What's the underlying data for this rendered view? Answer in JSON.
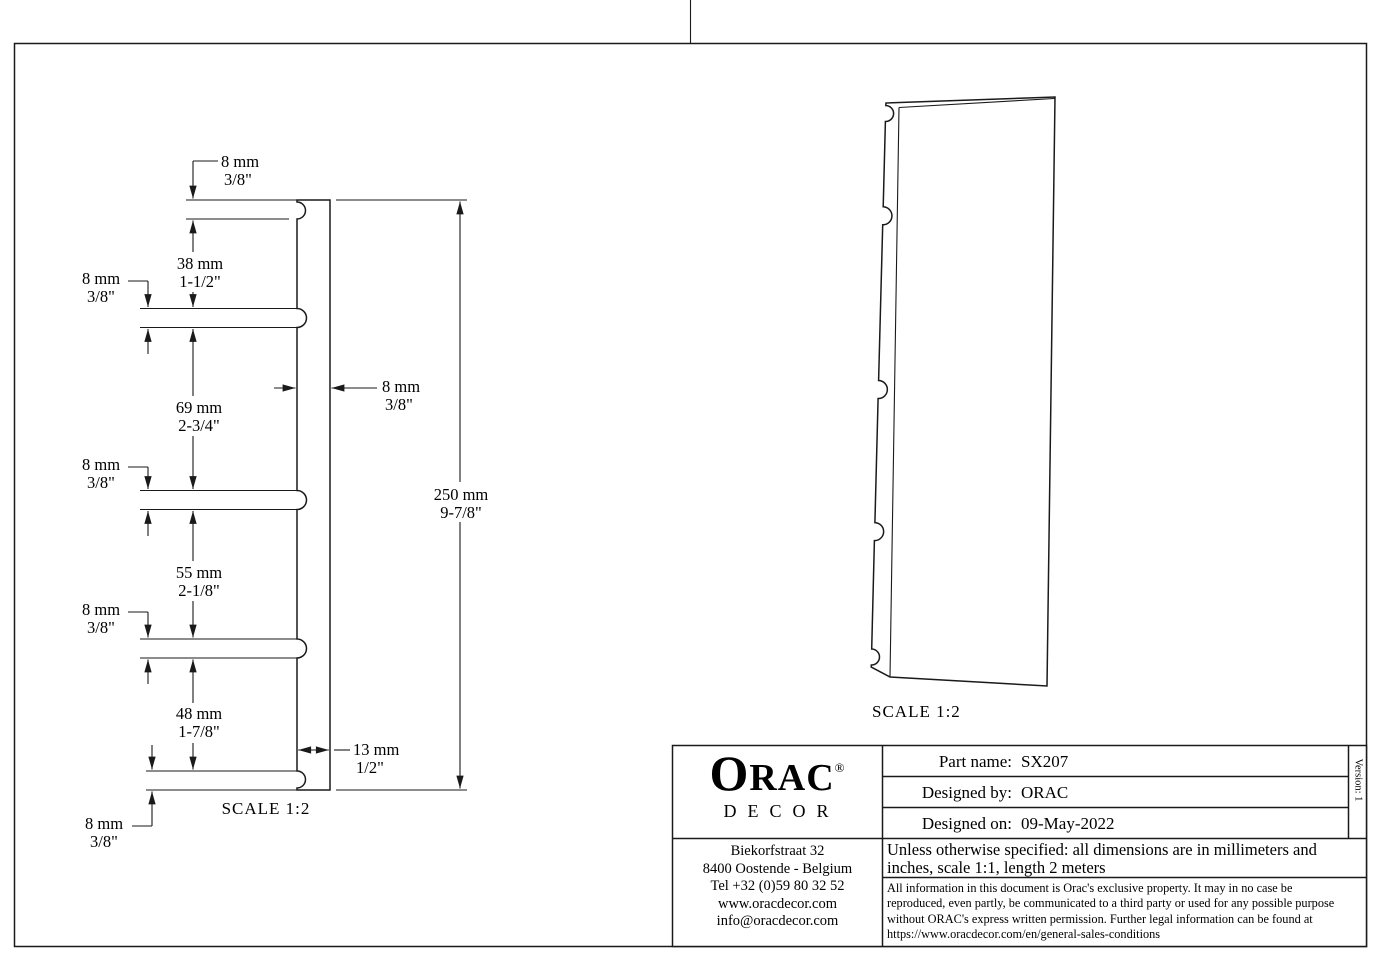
{
  "colors": {
    "line": "#1a1a1a",
    "background": "#ffffff",
    "text": "#000000"
  },
  "profile_view": {
    "scale_label": "SCALE  1:2",
    "dim_top_8": {
      "mm": "8 mm",
      "inch": "3/8\""
    },
    "dim_38": {
      "mm": "38 mm",
      "inch": "1-1/2\""
    },
    "dim_groove1_8": {
      "mm": "8 mm",
      "inch": "3/8\""
    },
    "dim_69": {
      "mm": "69 mm",
      "inch": "2-3/4\""
    },
    "dim_groove2_8": {
      "mm": "8 mm",
      "inch": "3/8\""
    },
    "dim_thickness_8": {
      "mm": "8 mm",
      "inch": "3/8\""
    },
    "dim_55": {
      "mm": "55 mm",
      "inch": "2-1/8\""
    },
    "dim_groove3_8": {
      "mm": "8 mm",
      "inch": "3/8\""
    },
    "dim_48": {
      "mm": "48 mm",
      "inch": "1-7/8\""
    },
    "dim_depth_13": {
      "mm": "13 mm",
      "inch": "1/2\""
    },
    "dim_total_250": {
      "mm": "250 mm",
      "inch": "9-7/8\""
    },
    "dim_bottom_8": {
      "mm": "8 mm",
      "inch": "3/8\""
    }
  },
  "perspective_view": {
    "scale_label": "SCALE  1:2"
  },
  "title_block": {
    "logo_text": "ORAC",
    "logo_reg": "®",
    "logo_sub": "DECOR",
    "address_lines": [
      "Biekorfstraat 32",
      "8400 Oostende - Belgium",
      "Tel  +32 (0)59 80 32 52",
      "www.oracdecor.com",
      "info@oracdecor.com"
    ],
    "part_name_label": "Part name:",
    "part_name_value": "SX207",
    "designed_by_label": "Designed by:",
    "designed_by_value": "ORAC",
    "designed_on_label": "Designed on:",
    "designed_on_value": "09-May-2022",
    "version_label": "Version: 1",
    "spec_note": "Unless otherwise specified: all dimensions are in millimeters and inches, scale 1:1, length 2 meters",
    "legal_note": "All information in this document is Orac's exclusive property.  It may in no case be reproduced, even partly, be communicated to a third party or used for any possible purpose without ORAC's express written permission. Further legal information can be found at https://www.oracdecor.com/en/general-sales-conditions"
  }
}
